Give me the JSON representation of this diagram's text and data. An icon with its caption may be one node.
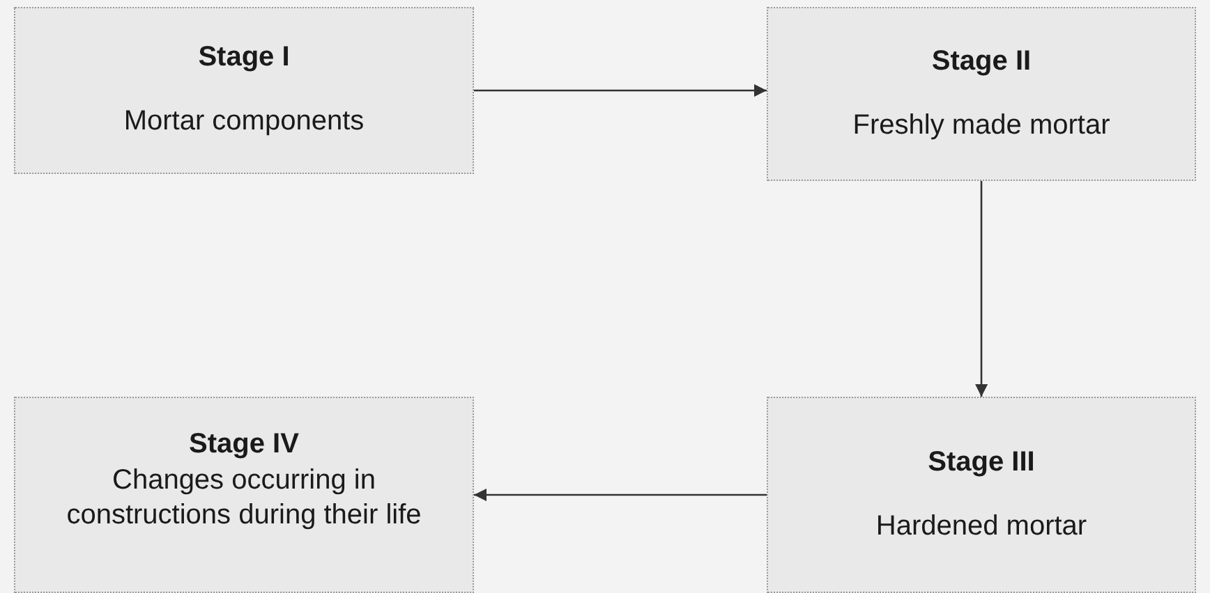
{
  "diagram": {
    "nodes": [
      {
        "text": [
          "Stage I",
          "Mortar components"
        ]
      },
      {
        "text": [
          "Stage II",
          "Freshly made mortar"
        ]
      },
      {
        "text": [
          "Stage III",
          "Hardened mortar"
        ]
      },
      {
        "text": [
          "Stage IV",
          "Changes occurring in constructions during their life"
        ]
      }
    ],
    "edges": [
      {
        "from": 0,
        "to": 1,
        "arrow": "to"
      },
      {
        "from": 1,
        "to": 2,
        "arrow": "to"
      },
      {
        "from": 2,
        "to": 3,
        "arrow": "to"
      }
    ]
  }
}
